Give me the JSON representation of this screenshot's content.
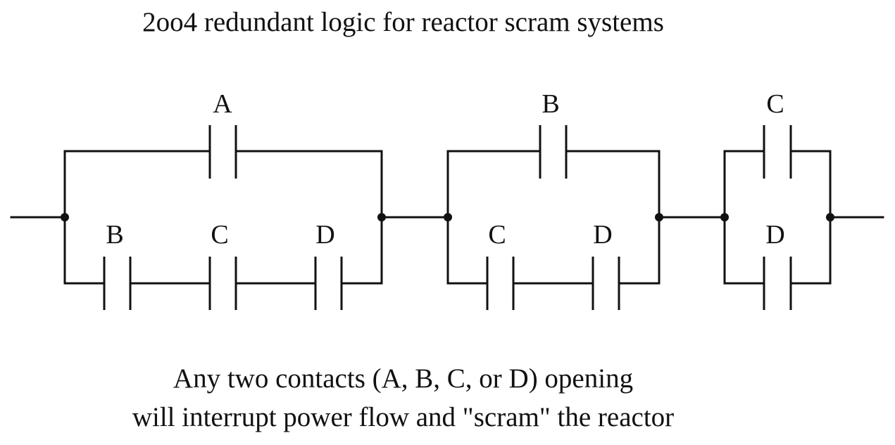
{
  "title": "2oo4 redundant logic for reactor scram systems",
  "caption": {
    "line1": "Any two contacts (A, B, C, or D) opening",
    "line2": "will interrupt power flow and \"scram\" the reactor"
  },
  "sections": [
    {
      "name": "section-1",
      "top_branch": [
        "A"
      ],
      "bottom_branch": [
        "B",
        "C",
        "D"
      ]
    },
    {
      "name": "section-2",
      "top_branch": [
        "B"
      ],
      "bottom_branch": [
        "C",
        "D"
      ]
    },
    {
      "name": "section-3",
      "top_branch": [
        "C"
      ],
      "bottom_branch": [
        "D"
      ]
    }
  ],
  "labels": {
    "s1_top": "A",
    "s1_b1": "B",
    "s1_b2": "C",
    "s1_b3": "D",
    "s2_top": "B",
    "s2_b1": "C",
    "s2_b2": "D",
    "s3_top": "C",
    "s3_b1": "D"
  }
}
